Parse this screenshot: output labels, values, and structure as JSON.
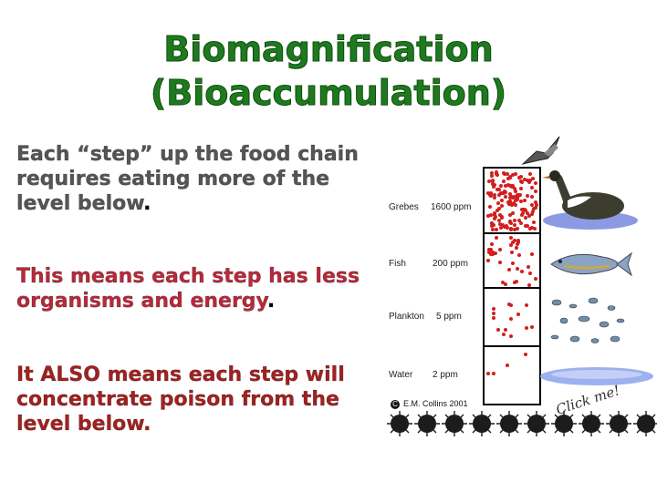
{
  "title": {
    "line1": "Biomagnification",
    "line2": "(Bioaccumulation)"
  },
  "paragraphs": {
    "p1_main": "Each “step” up the food chain requires eating more of the level below",
    "p1_end": ".",
    "p2_main": "This means each step has less organisms and energy",
    "p2_end": ".",
    "p3": "It ALSO means each step will concentrate poison from the level below."
  },
  "figure": {
    "levels": [
      {
        "name": "Grebes",
        "ppm": "1600 ppm"
      },
      {
        "name": "Fish",
        "ppm": "200 ppm"
      },
      {
        "name": "Plankton",
        "ppm": "5 ppm"
      },
      {
        "name": "Water",
        "ppm": "2 ppm"
      }
    ],
    "copyright": "E.M. Collins 2001",
    "copyright_symbol": "C",
    "click_text": "Click me!"
  },
  "colors": {
    "title": "#1f7a1f",
    "paragraph1": "#555555",
    "paragraph2": "#b8293a",
    "paragraph3": "#a32020",
    "toxin_dot": "#d11f1f"
  }
}
